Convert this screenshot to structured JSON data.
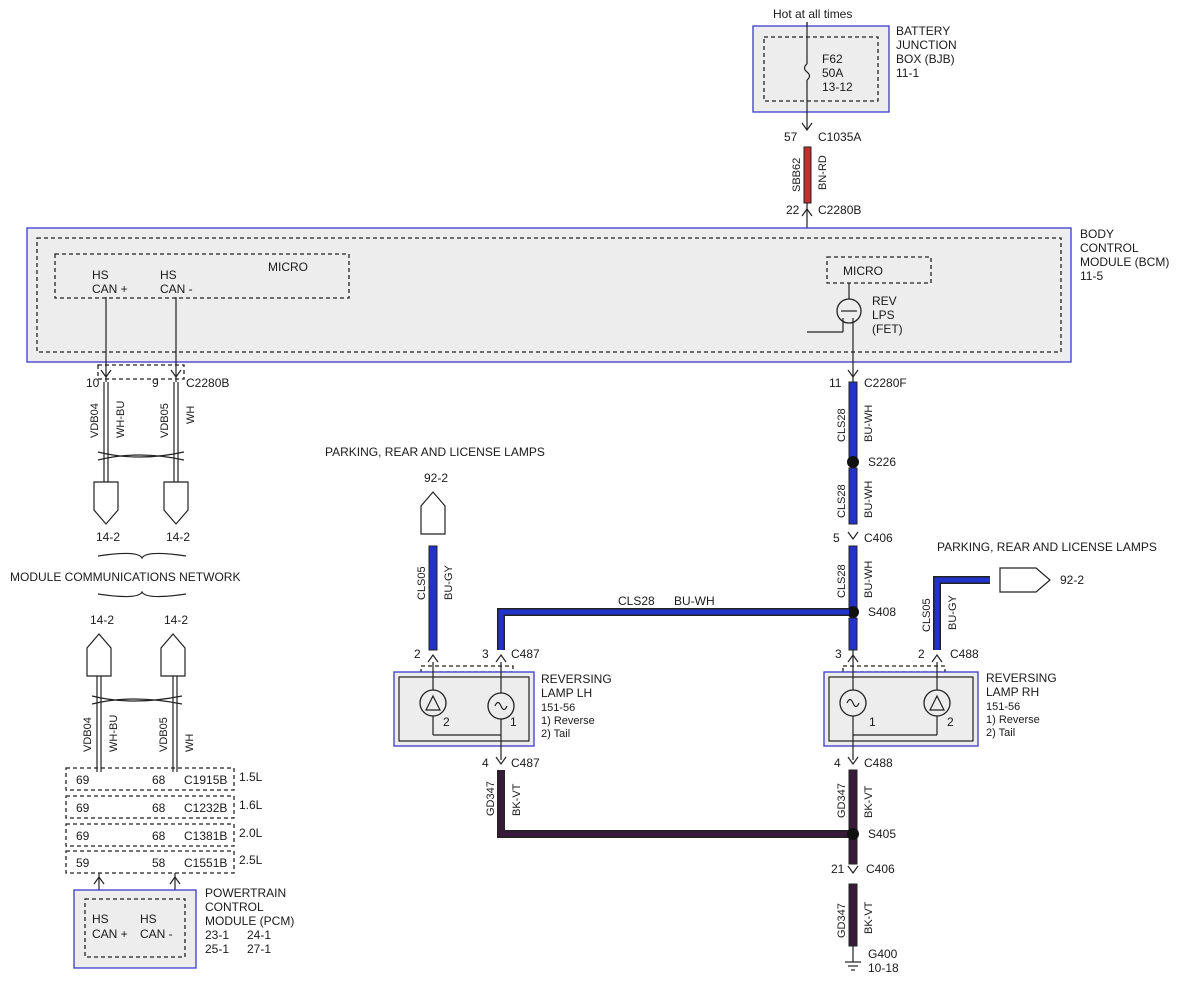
{
  "colors": {
    "bu_wh": "#2233cc",
    "bn_rd": "#c0302c",
    "bk_vt": "#3a1a3a",
    "bu_gy": "#2233cc",
    "wire_plain": "#222222",
    "module_border": "#3a3ad0",
    "module_fill": "#ededed"
  },
  "supply": {
    "hot_label": "Hot at all times",
    "bjb_name": [
      "BATTERY",
      "JUNCTION",
      "BOX (BJB)",
      "11-1"
    ],
    "fuse_id": "F62",
    "fuse_rating": "50A",
    "fuse_ref": "13-12",
    "pin_top": "57",
    "conn_top": "C1035A",
    "circuit": "SBB62",
    "color": "BN-RD",
    "pin_bottom": "22",
    "conn_bottom": "C2280B"
  },
  "bcm": {
    "name": [
      "BODY",
      "CONTROL",
      "MODULE (BCM)",
      "11-5"
    ],
    "micro_left": "MICRO",
    "hs_can_plus": [
      "HS",
      "CAN +"
    ],
    "hs_can_minus": [
      "HS",
      "CAN -"
    ],
    "micro_right": "MICRO",
    "rev_lps": [
      "REV",
      "LPS",
      "(FET)"
    ]
  },
  "can_bus": {
    "pin_a": "10",
    "pin_b": "9",
    "connector": "C2280B",
    "circuit_a": "VDB04",
    "color_a": "WH-BU",
    "circuit_b": "VDB05",
    "color_b": "WH",
    "ref_a": "14-2",
    "ref_b": "14-2",
    "network_label": "MODULE COMMUNICATIONS NETWORK",
    "ref_c": "14-2",
    "ref_d": "14-2",
    "circuit_c": "VDB04",
    "color_c": "WH-BU",
    "circuit_d": "VDB05",
    "color_d": "WH"
  },
  "pcm_connectors": [
    {
      "pin_a": "69",
      "pin_b": "68",
      "connector": "C1915B",
      "variant": "1.5L"
    },
    {
      "pin_a": "69",
      "pin_b": "68",
      "connector": "C1232B",
      "variant": "1.6L"
    },
    {
      "pin_a": "69",
      "pin_b": "68",
      "connector": "C1381B",
      "variant": "2.0L"
    },
    {
      "pin_a": "59",
      "pin_b": "58",
      "connector": "C1551B",
      "variant": "2.5L"
    }
  ],
  "pcm": {
    "name": [
      "POWERTRAIN",
      "CONTROL",
      "MODULE (PCM)"
    ],
    "refs": [
      "23-1",
      "24-1",
      "25-1",
      "27-1"
    ],
    "hs_can_plus": [
      "HS",
      "CAN +"
    ],
    "hs_can_minus": [
      "HS",
      "CAN -"
    ]
  },
  "feed": {
    "pin1": "11",
    "conn1": "C2280F",
    "circuit": "CLS28",
    "color": "BU-WH",
    "splice1": "S226",
    "pin2": "5",
    "conn2": "C406",
    "splice2": "S408",
    "cross_label_circuit": "CLS28",
    "cross_label_color": "BU-WH"
  },
  "lh_lamp": {
    "parking_title": "PARKING, REAR AND LICENSE LAMPS",
    "ref": "92-2",
    "circuit": "CLS05",
    "color": "BU-GY",
    "pin_park": "2",
    "pin_rev": "3",
    "connector": "C487",
    "name": [
      "REVERSING",
      "LAMP LH",
      "151-56",
      "1) Reverse",
      "2) Tail"
    ],
    "bulb_pin_tail": "2",
    "bulb_pin_rev": "1",
    "pin_gnd": "4",
    "gnd_connector": "C487",
    "gnd_circuit": "GD347",
    "gnd_color": "BK-VT"
  },
  "rh_lamp": {
    "parking_title": "PARKING, REAR AND LICENSE LAMPS",
    "ref": "92-2",
    "circuit": "CLS05",
    "color": "BU-GY",
    "pin_rev": "3",
    "pin_park": "2",
    "connector": "C488",
    "name": [
      "REVERSING",
      "LAMP RH",
      "151-56",
      "1) Reverse",
      "2) Tail"
    ],
    "bulb_pin_rev": "1",
    "bulb_pin_tail": "2",
    "pin_gnd": "4",
    "gnd_connector": "C488",
    "gnd_circuit": "GD347",
    "gnd_color": "BK-VT"
  },
  "ground": {
    "splice": "S405",
    "pin": "21",
    "connector": "C406",
    "circuit": "GD347",
    "color": "BK-VT",
    "ground_id": "G400",
    "ground_ref": "10-18"
  }
}
